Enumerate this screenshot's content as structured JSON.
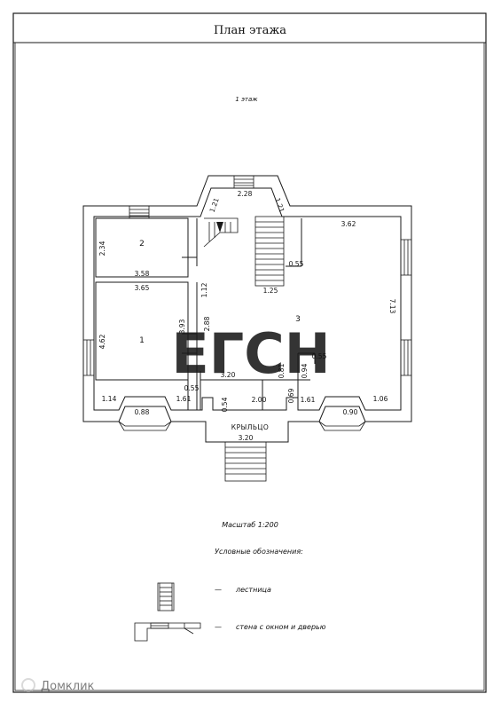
{
  "title": "План этажа",
  "floor_label": "1 этаж",
  "watermark": "ЕГСН",
  "corner_brand": "Домклик",
  "scale_label": "Масштаб 1:200",
  "legend": {
    "heading": "Условные обозначения:",
    "items": [
      {
        "symbol": "stair-symbol-icon",
        "dash": "—",
        "text": "лестница"
      },
      {
        "symbol": "wall-window-door-icon",
        "dash": "—",
        "text": "стена с окном и дверью"
      }
    ]
  },
  "rooms": [
    {
      "number": "1"
    },
    {
      "number": "2"
    },
    {
      "number": "3"
    }
  ],
  "porch_label": "КРЫЛЬЦО",
  "dimensions": [
    "2.28",
    "1.21",
    "1.21",
    "2.34",
    "3.58",
    "3.65",
    "1.12",
    "2.88",
    "3.93",
    "4.62",
    "1.14",
    "0.88",
    "1.61",
    "0.55",
    "3.62",
    "0.55",
    "1.25",
    "7.13",
    "0.55",
    "0.81",
    "0.94",
    "3.20",
    "0.54",
    "2.00",
    "0.69",
    "1.61",
    "0.90",
    "1.06",
    "3.20"
  ],
  "colors": {
    "line": "#1a1a1a",
    "watermark": "#d9d9d9",
    "brand": "#bdbdbd"
  }
}
